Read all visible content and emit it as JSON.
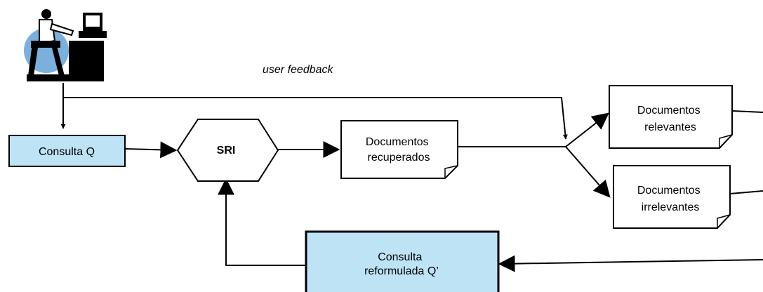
{
  "diagram": {
    "user_feedback": "user feedback",
    "query": "Consulta Q",
    "sri": "SRI",
    "retrieved": [
      "Documentos",
      "recuperados"
    ],
    "relevant": [
      "Documentos",
      "relevantes"
    ],
    "irrelevant": [
      "Documentos",
      "irrelevantes"
    ],
    "reformulated": [
      "Consulta",
      "reformulada Q’"
    ]
  },
  "colors": {
    "query_fill": "#bde3f5",
    "user_circle": "#7bb0dc",
    "stroke": "#000000"
  }
}
